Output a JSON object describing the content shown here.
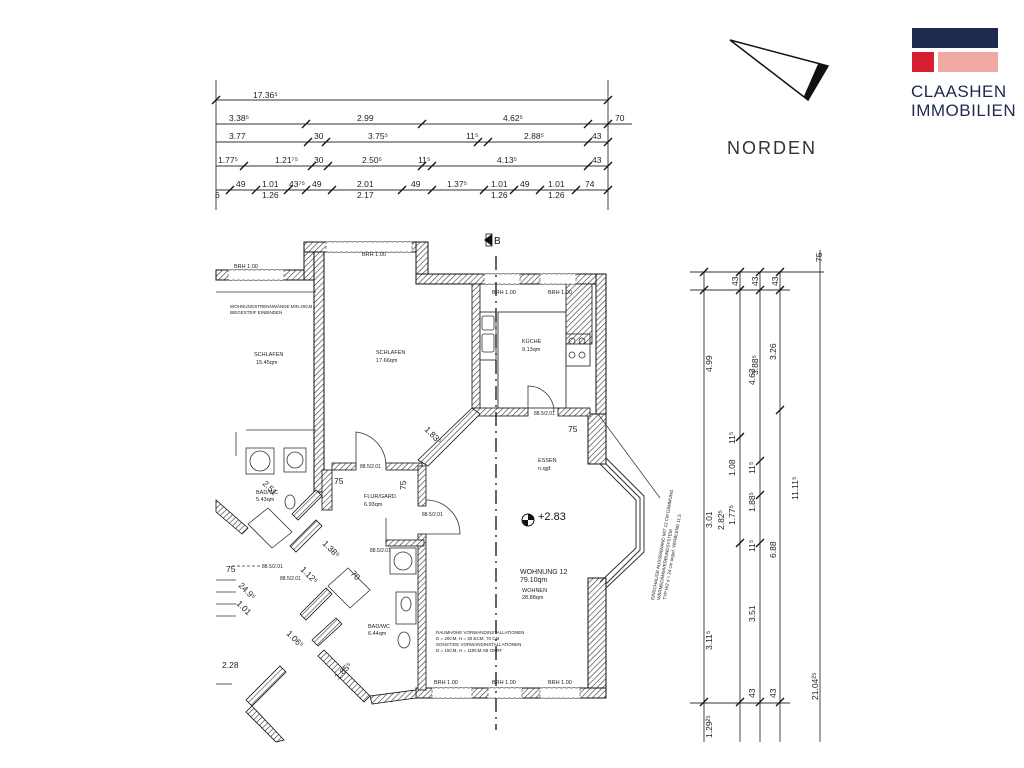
{
  "brand": {
    "line1": "CLAASHEN",
    "line2": "IMMOBILIEN",
    "colors": {
      "navy": "#1d2a4e",
      "red": "#d42030",
      "pink": "#efaaa4"
    }
  },
  "north_label": "NORDEN",
  "section_marker": "B",
  "dims_top": {
    "row1": [
      "17.36⁵"
    ],
    "row2": [
      "3.38⁵",
      "2.99",
      "4.62⁵",
      "70"
    ],
    "row3": [
      "3.77",
      "30",
      "3.75⁵",
      "11⁵",
      "2.88⁵",
      "43"
    ],
    "row4": [
      "1.77⁵",
      "1.21⁷⁵",
      "30",
      "2.50⁵",
      "11⁵",
      "4.13⁵",
      "43"
    ],
    "row5": [
      "49",
      "1.01",
      "43⁷⁵",
      "49",
      "2.01",
      "49",
      "1.37⁵",
      "1.01",
      "49",
      "1.01",
      "74"
    ],
    "row6": [
      "6",
      "1.26",
      "2.17",
      "1.26",
      "1.26"
    ]
  },
  "dims_right": [
    "43",
    "4.99",
    "3.88⁵",
    "43",
    "43",
    "4.63",
    "3.26",
    "1.08",
    "11⁵",
    "1.88⁵",
    "11⁵",
    "3.01",
    "2.82⁵",
    "1.77⁵",
    "6.88",
    "11⁵",
    "11.11⁵",
    "3.51",
    "3.11⁵",
    "43",
    "43",
    "21.04²⁵",
    "1.29²⁵",
    "75"
  ],
  "rooms": {
    "schlafen_left": {
      "name": "SCHLAFEN",
      "area": "15.45qm"
    },
    "schlafen": {
      "name": "SCHLAFEN",
      "area": "17.66qm"
    },
    "kueche": {
      "name": "KÜCHE",
      "area": "9.13qm"
    },
    "essen": {
      "name": "ESSEN",
      "area": "n.qgf."
    },
    "flur": {
      "name": "FLUR/GARD.",
      "area": "6.93qm"
    },
    "bad_left": {
      "name": "BAD/WC",
      "area": "5.43qm"
    },
    "bad": {
      "name": "BAD/WC",
      "area": "6.44qm"
    },
    "wohnung": {
      "name": "WOHNUNG 12",
      "area": "79.10qm"
    },
    "wohnen": {
      "name": "WOHNEN",
      "area": "28.88qm"
    }
  },
  "level": "+2.83",
  "brh_labels": [
    "BRH 1.00",
    "BRH 1.00",
    "BRH 1.00",
    "BRH 1.00",
    "BRH 1.00",
    "BRH 1.00",
    "BRH 1.00"
  ],
  "door_labels": [
    "88.5/2.01",
    "88.5/2.01",
    "88.5/2.01",
    "88.5/2.01",
    "88.5/2.01",
    "88.5/2.01"
  ],
  "misc_dims": [
    "75",
    "75",
    "75",
    "1.83⁵",
    "2.51",
    "1.38⁵",
    "70",
    "1.12⁵",
    "1.01",
    "1.06⁵",
    "2.28",
    "1.85⁵",
    "24.9⁵",
    "75"
  ],
  "notes": {
    "top_left": [
      "WOHNUNGSTRENNWÄNDE MIN.20CM",
      "BIEGESTEIF EINBINDEN"
    ],
    "installation": [
      "RAUMHOHE VORWANDINSTALLATIONEN",
      "D = 20CM, H = 30 ECM, 70 CM",
      "SONSTIGE VORWANDINSTALLATIONEN",
      "D = 15CM, H = 119CM AB OKRF"
    ],
    "bay_vertical": [
      "EINSCHALIGE AUSSENWAND MIT 12 CM DÄMMUNG",
      "WÄRMEDÄMMVERBUNDSYSTEM",
      "TYP W2 d = 24 cm ungef. VERBLEND 11.5"
    ]
  }
}
